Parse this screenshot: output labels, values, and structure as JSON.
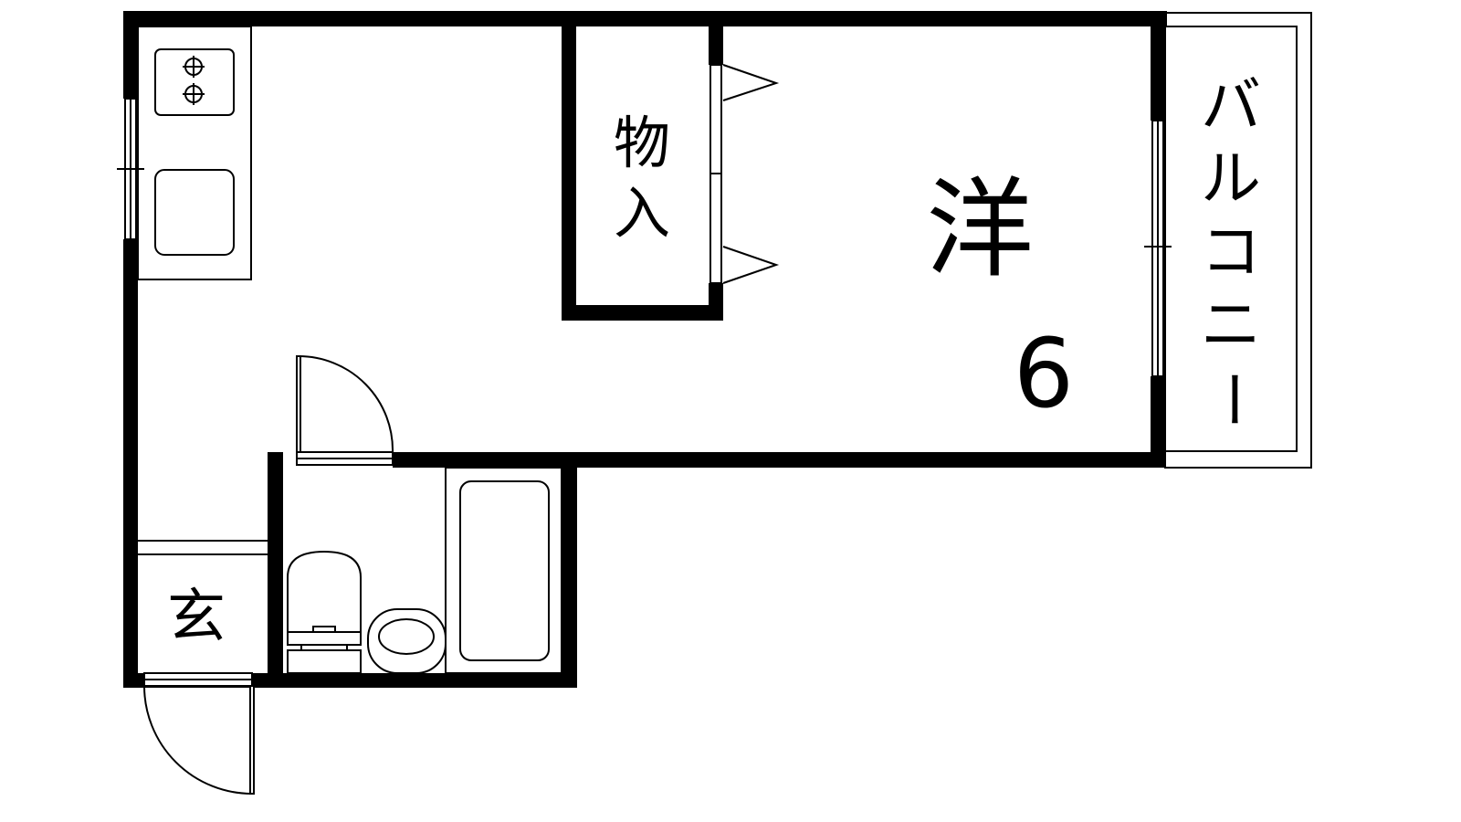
{
  "floor_plan": {
    "rooms": {
      "western_room_kanji": "洋",
      "western_room_size": "6",
      "storage_line1": "物",
      "storage_line2": "入",
      "entrance": "玄",
      "balcony": [
        "バ",
        "ル",
        "コ",
        "ニ",
        "ー"
      ]
    },
    "colors": {
      "wall": "#000000",
      "fixture": "#000000",
      "background": "#ffffff"
    }
  }
}
